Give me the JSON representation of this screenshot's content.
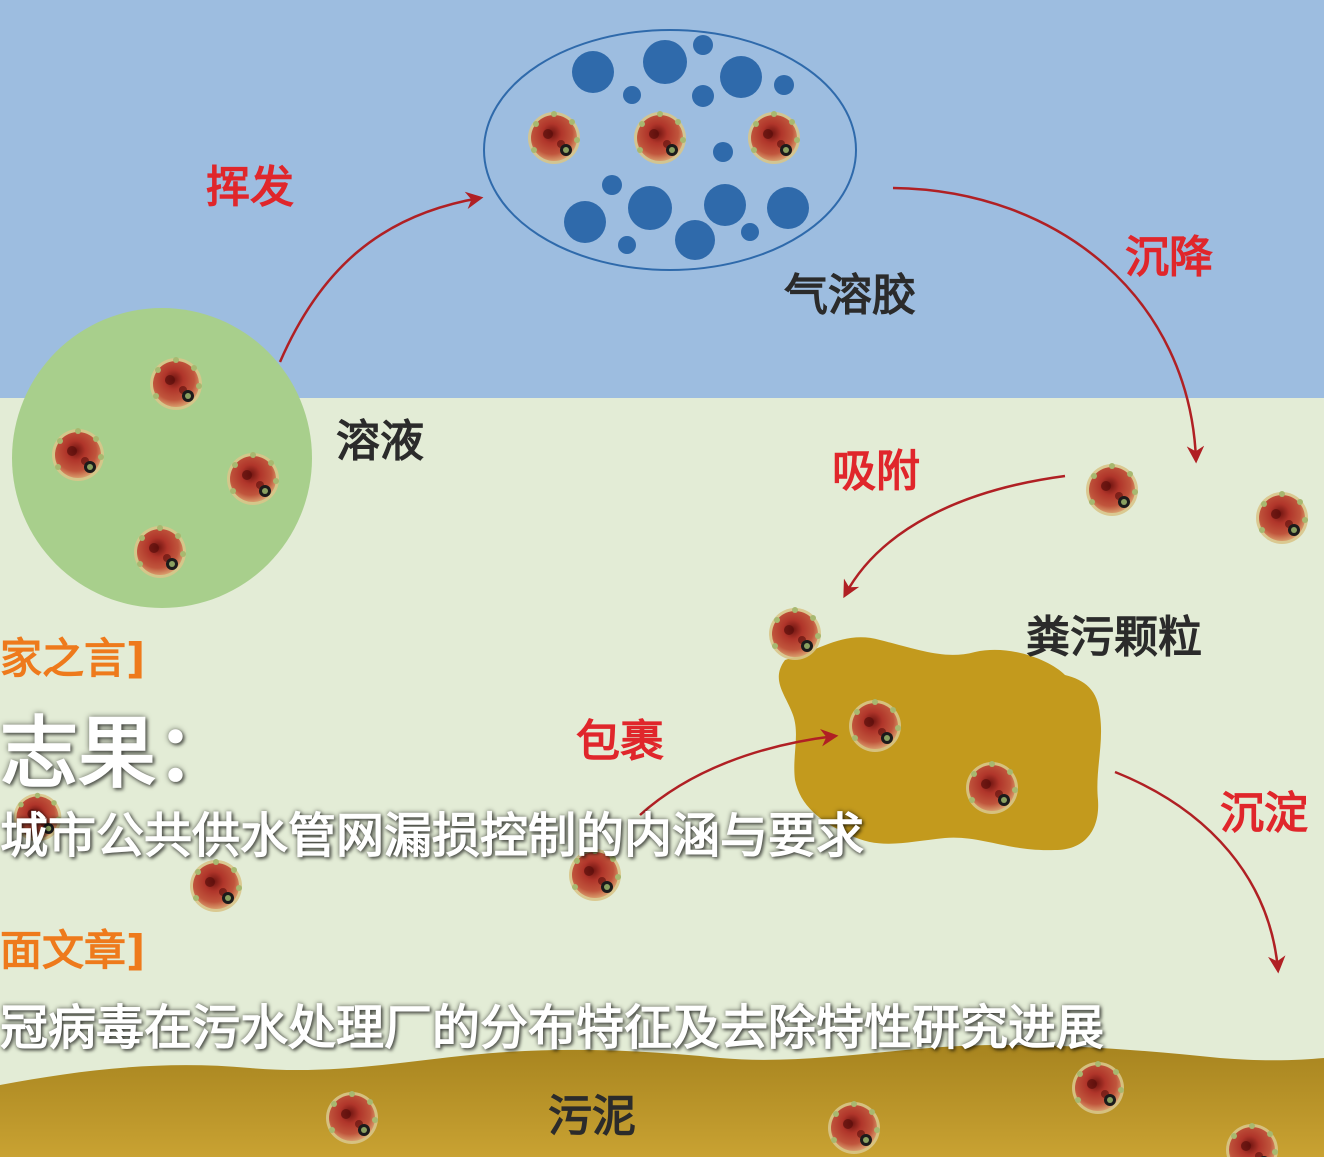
{
  "labels": {
    "volatilize": "挥发",
    "aerosol": "气溶胶",
    "settle": "沉降",
    "solution": "溶液",
    "adsorb": "吸附",
    "fecal_particle": "粪污颗粒",
    "wrap": "包裹",
    "sediment": "沉淀",
    "sludge": "污泥"
  },
  "overlay": {
    "tag_expert": "家之言]",
    "author": "志果：",
    "article_1": "城市公共供水管网漏损控制的内涵与要求",
    "tag_cover": "面文章]",
    "article_2": "冠病毒在污水处理厂的分布特征及去除特性研究进展"
  },
  "colors": {
    "sky": "#9dbde0",
    "water": "#e3ecd6",
    "solution_circle": "#a8cf8c",
    "aerosol_droplet": "#2f6aab",
    "fecal_particle": "#c39a1d",
    "sludge": "#bc9627",
    "arrow": "#b02024",
    "virus": "#a32a22"
  }
}
